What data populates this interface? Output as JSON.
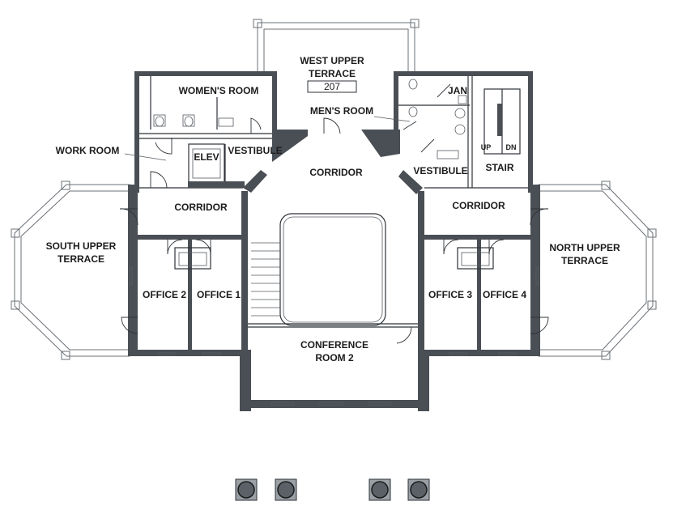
{
  "rooms": {
    "west_upper_terrace": [
      "WEST UPPER",
      "TERRACE"
    ],
    "room_number": "207",
    "womens_room": "WOMEN'S ROOM",
    "mens_room": "MEN'S ROOM",
    "jan": "JAN",
    "work_room": "WORK ROOM",
    "elev": "ELEV",
    "vestibule_left": "VESTIBULE",
    "vestibule_right": "VESTIBULE",
    "corridor_top": "CORRIDOR",
    "corridor_left": "CORRIDOR",
    "corridor_right": "CORRIDOR",
    "stair": "STAIR",
    "stair_up": "UP",
    "stair_dn": "DN",
    "south_upper_terrace": [
      "SOUTH UPPER",
      "TERRACE"
    ],
    "north_upper_terrace": [
      "NORTH UPPER",
      "TERRACE"
    ],
    "office_1": "OFFICE 1",
    "office_2": "OFFICE 2",
    "office_3": "OFFICE 3",
    "office_4": "OFFICE 4",
    "conference_room": [
      "CONFERENCE",
      "ROOM 2"
    ]
  }
}
